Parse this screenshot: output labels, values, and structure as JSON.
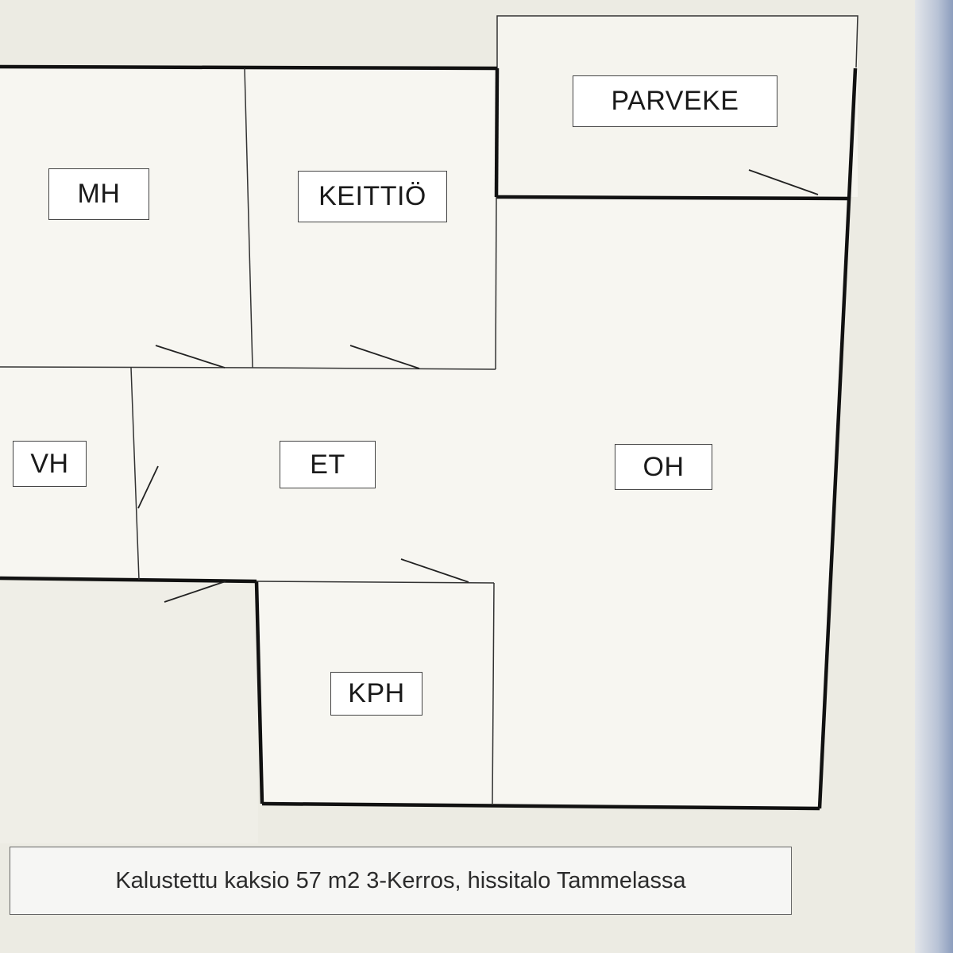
{
  "floorplan": {
    "rooms": {
      "mh": "MH",
      "keittio": "KEITTIÖ",
      "parveke": "PARVEKE",
      "vh": "VH",
      "et": "ET",
      "oh": "OH",
      "kph": "KPH"
    },
    "caption": "Kalustettu kaksio 57 m2 3-Kerros, hissitalo Tammelassa"
  },
  "colors": {
    "background": "#ecebe3",
    "room_fill": "#f7f6f1",
    "wall": "#111111",
    "label_border": "#444444"
  }
}
